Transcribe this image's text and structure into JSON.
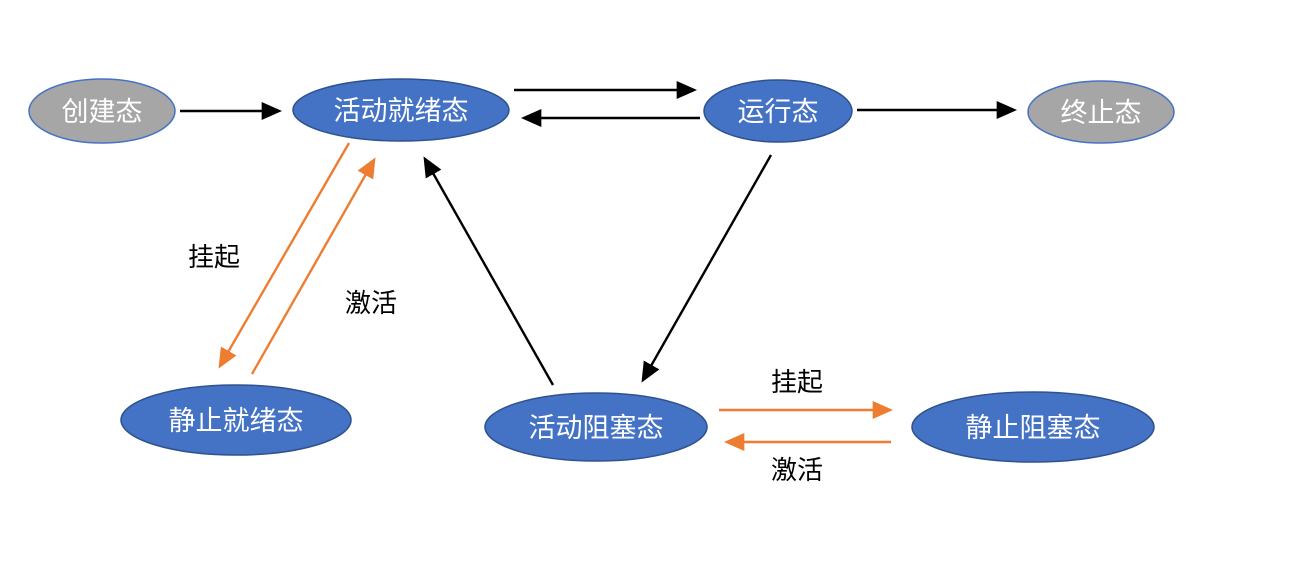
{
  "diagram": {
    "background": "#FFFFFF",
    "colors": {
      "node_blue_fill": "#4472C4",
      "node_blue_border": "#2F528F",
      "node_gray_fill": "#A6A6A6",
      "node_gray_border": "#4472C4",
      "node_text": "#FFFFFF",
      "arrow_black": "#000000",
      "arrow_orange": "#ED7D31",
      "label_text": "#000000"
    },
    "nodes": {
      "created": {
        "label": "创建态"
      },
      "active_ready": {
        "label": "活动就绪态"
      },
      "running": {
        "label": "运行态"
      },
      "terminated": {
        "label": "终止态"
      },
      "static_ready": {
        "label": "静止就绪态"
      },
      "active_blocked": {
        "label": "活动阻塞态"
      },
      "static_blocked": {
        "label": "静止阻塞态"
      }
    },
    "edge_labels": {
      "suspend_ready": "挂起",
      "activate_ready": "激活",
      "suspend_blocked": "挂起",
      "activate_blocked": "激活"
    }
  }
}
